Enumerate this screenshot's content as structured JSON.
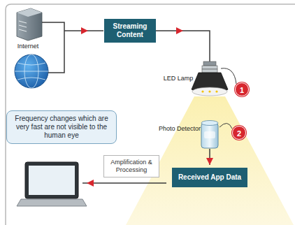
{
  "diagram": {
    "nodes": [
      {
        "text": [
          "Streaming Content"
        ]
      },
      {
        "text": [
          "1"
        ]
      },
      {
        "text": [
          "Frequency changes which are very fast are not visible to the human eye"
        ]
      },
      {
        "text": [
          "2"
        ]
      },
      {
        "text": [
          "Received App Data"
        ]
      },
      {
        "text": [
          "Amplification & Processing"
        ]
      }
    ],
    "labels": [
      "Internet",
      "LED Lamp",
      "Photo Detector"
    ]
  }
}
